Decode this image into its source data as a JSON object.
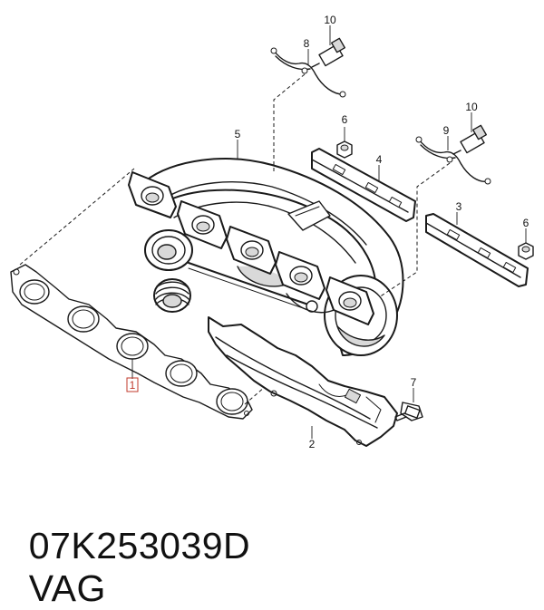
{
  "callouts": {
    "c1": "1",
    "c2": "2",
    "c3": "3",
    "c4": "4",
    "c5": "5",
    "c6a": "6",
    "c6b": "6",
    "c7": "7",
    "c8": "8",
    "c9": "9",
    "c10a": "10",
    "c10b": "10"
  },
  "caption": {
    "part_number": "07K253039D",
    "brand": "VAG"
  },
  "colors": {
    "line": "#1a1a1a",
    "highlight": "#c0392b"
  }
}
